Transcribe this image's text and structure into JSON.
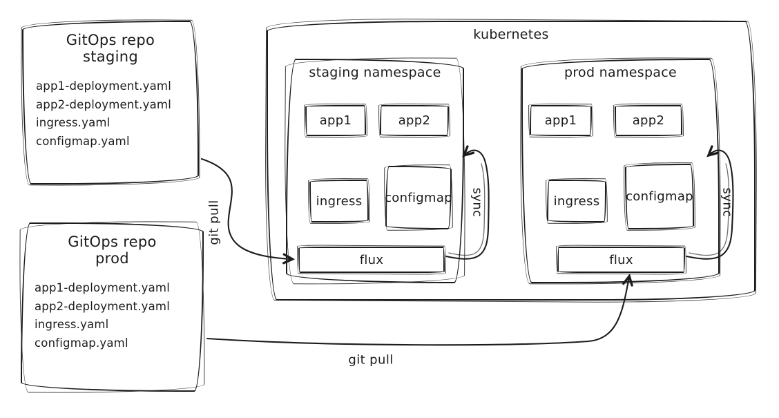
{
  "repos": [
    {
      "title": "GitOps repo",
      "subtitle": "staging",
      "files": [
        "app1-deployment.yaml",
        "app2-deployment.yaml",
        "ingress.yaml",
        "configmap.yaml"
      ]
    },
    {
      "title": "GitOps repo",
      "subtitle": "prod",
      "files": [
        "app1-deployment.yaml",
        "app2-deployment.yaml",
        "ingress.yaml",
        "configmap.yaml"
      ]
    }
  ],
  "kubernetes": {
    "label": "kubernetes",
    "namespaces": [
      {
        "label": "staging namespace",
        "workloads": [
          "app1",
          "app2",
          "ingress",
          "configmap"
        ],
        "controller": "flux",
        "sync_label": "sync"
      },
      {
        "label": "prod namespace",
        "workloads": [
          "app1",
          "app2",
          "ingress",
          "configmap"
        ],
        "controller": "flux",
        "sync_label": "sync"
      }
    ]
  },
  "edges": {
    "staging_git_pull_label": "git pull",
    "prod_git_pull_label": "git pull"
  },
  "colors": {
    "ink": "#1c1c1c",
    "background": "#ffffff"
  }
}
